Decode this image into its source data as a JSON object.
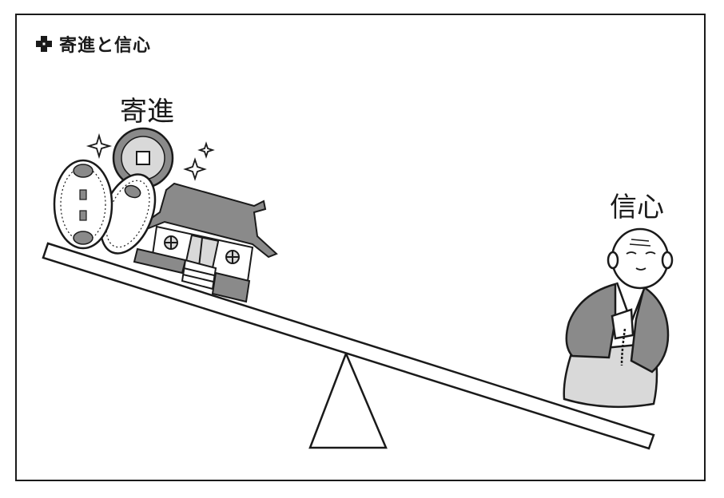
{
  "header": {
    "title": "寄進と信心",
    "marker_icon": "cross-bullet-icon"
  },
  "labels": {
    "left": "寄進",
    "right": "信心"
  },
  "colors": {
    "ink": "#1a1a1a",
    "gray": "#8a8a8a",
    "light_gray": "#d9d9d9",
    "background": "#ffffff"
  },
  "icons": [
    "coin-icon",
    "oval-coin-icon",
    "temple-icon",
    "sparkle-icon",
    "praying-monk-icon",
    "fulcrum-icon"
  ]
}
